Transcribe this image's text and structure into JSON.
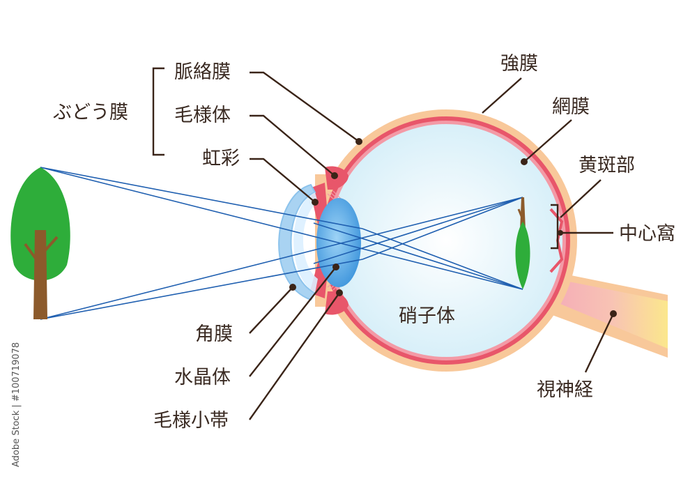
{
  "labels": {
    "choroid": "脈絡膜",
    "uvea": "ぶどう膜",
    "ciliary_body": "毛様体",
    "iris": "虹彩",
    "sclera": "強膜",
    "retina": "網膜",
    "macula": "黄斑部",
    "fovea": "中心窩",
    "cornea": "角膜",
    "lens": "水晶体",
    "zonule": "毛様小帯",
    "vitreous": "硝子体",
    "optic_nerve": "視神経"
  },
  "stock_id": "Adobe Stock | #100719078",
  "colors": {
    "sclera": "#f8c89a",
    "retina_choroid": "#e8566a",
    "vitreous": "#dff3fa",
    "lens": "#5aaee8",
    "cornea": "#a9d3f2",
    "optic_nerve_pink": "#f6b7c2",
    "optic_nerve_yellow": "#fbe48a",
    "tree_canopy": "#2ead3a",
    "tree_trunk": "#8c5a2b",
    "light_rays": "#1f5fb0",
    "leader_lines": "#3a2418"
  }
}
